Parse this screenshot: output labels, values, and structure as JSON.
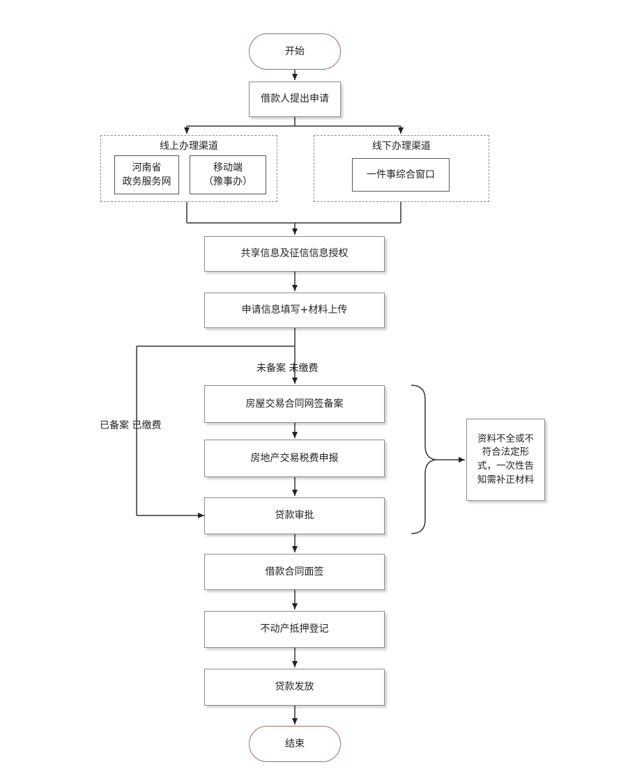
{
  "flow": {
    "start": "开始",
    "apply": "借款人提出申请",
    "online_channel": {
      "title": "线上办理渠道",
      "henan_portal": "河南省\n政务服务网",
      "mobile": "移动端\n（豫事办）"
    },
    "offline_channel": {
      "title": "线下办理渠道",
      "window": "一件事综合窗口"
    },
    "authorize": "共享信息及征信信息授权",
    "fill_upload": "申请信息填写+材料上传",
    "branch_not_filed": "未备案 未缴费",
    "branch_filed": "已备案 已缴费",
    "contract_filing": "房屋交易合同网签备案",
    "tax_declare": "房地产交易税费申报",
    "loan_approval": "贷款审批",
    "loan_contract_sign": "借款合同面签",
    "mortgage_register": "不动产抵押登记",
    "loan_disburse": "贷款发放",
    "end": "结束",
    "incomplete_note": "资料不全或不\n符合法定形\n式，一次性告\n知需补正材料"
  }
}
